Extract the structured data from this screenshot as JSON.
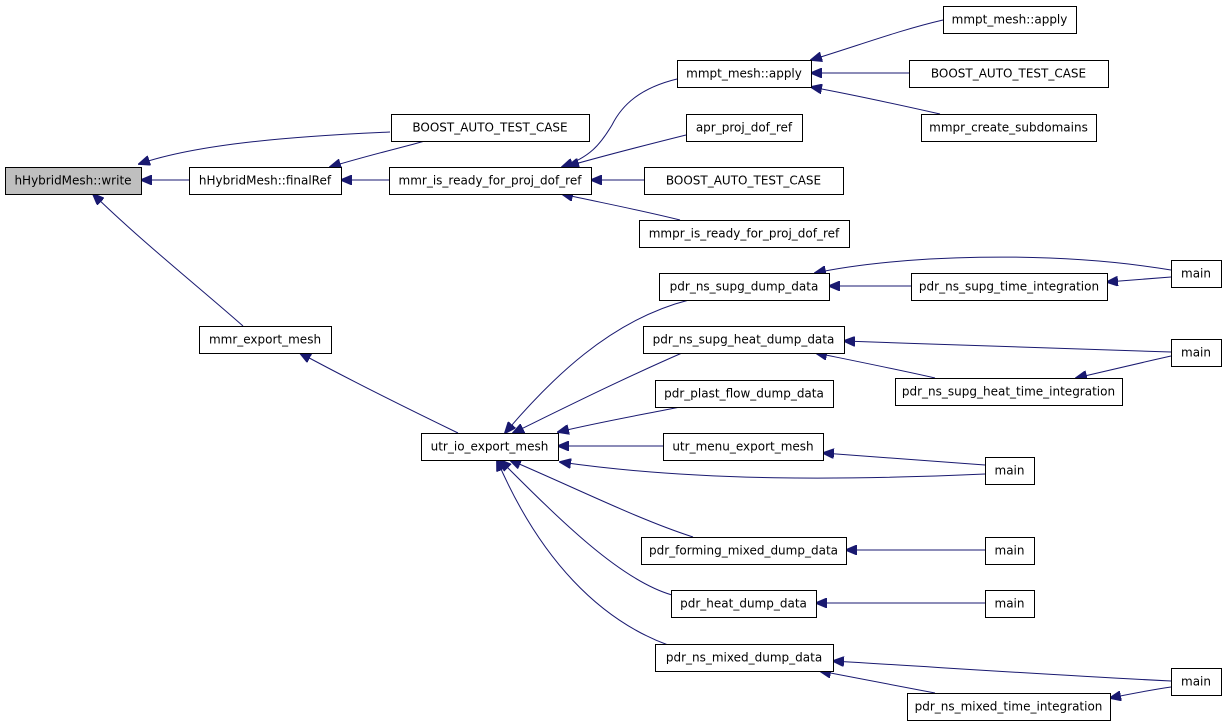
{
  "colors": {
    "edge": "#191970",
    "node_fill": "#ffffff",
    "node_border": "#000000",
    "root_fill": "#bfbfbf"
  },
  "nodes": [
    {
      "id": "hhm_write",
      "label": "hHybridMesh::write",
      "root": true
    },
    {
      "id": "boost_top",
      "label": "BOOST_AUTO_TEST_CASE"
    },
    {
      "id": "hhm_finalref",
      "label": "hHybridMesh::finalRef"
    },
    {
      "id": "mmr_ready",
      "label": "mmr_is_ready_for_proj_dof_ref"
    },
    {
      "id": "mmpt_apply_mid",
      "label": "mmpt_mesh::apply"
    },
    {
      "id": "mmpt_apply_top",
      "label": "mmpt_mesh::apply"
    },
    {
      "id": "boost_right",
      "label": "BOOST_AUTO_TEST_CASE"
    },
    {
      "id": "mmpr_create",
      "label": "mmpr_create_subdomains"
    },
    {
      "id": "apr_proj",
      "label": "apr_proj_dof_ref"
    },
    {
      "id": "boost_mid",
      "label": "BOOST_AUTO_TEST_CASE"
    },
    {
      "id": "mmpr_ready",
      "label": "mmpr_is_ready_for_proj_dof_ref"
    },
    {
      "id": "mmr_export",
      "label": "mmr_export_mesh"
    },
    {
      "id": "utr_io",
      "label": "utr_io_export_mesh"
    },
    {
      "id": "pdr_supg_dump",
      "label": "pdr_ns_supg_dump_data"
    },
    {
      "id": "pdr_supg_time",
      "label": "pdr_ns_supg_time_integration"
    },
    {
      "id": "main1",
      "label": "main"
    },
    {
      "id": "pdr_supg_heat_dump",
      "label": "pdr_ns_supg_heat_dump_data"
    },
    {
      "id": "main2",
      "label": "main"
    },
    {
      "id": "pdr_supg_heat_time",
      "label": "pdr_ns_supg_heat_time_integration"
    },
    {
      "id": "pdr_plast",
      "label": "pdr_plast_flow_dump_data"
    },
    {
      "id": "utr_menu",
      "label": "utr_menu_export_mesh"
    },
    {
      "id": "main3",
      "label": "main"
    },
    {
      "id": "pdr_forming",
      "label": "pdr_forming_mixed_dump_data"
    },
    {
      "id": "main4",
      "label": "main"
    },
    {
      "id": "pdr_heat",
      "label": "pdr_heat_dump_data"
    },
    {
      "id": "main5",
      "label": "main"
    },
    {
      "id": "pdr_mixed_dump",
      "label": "pdr_ns_mixed_dump_data"
    },
    {
      "id": "pdr_mixed_time",
      "label": "pdr_ns_mixed_time_integration"
    },
    {
      "id": "main6",
      "label": "main"
    }
  ],
  "edges": [
    {
      "from": "boost_top",
      "to": "hhm_write"
    },
    {
      "from": "hhm_finalref",
      "to": "hhm_write"
    },
    {
      "from": "mmr_export",
      "to": "hhm_write"
    },
    {
      "from": "boost_top",
      "to": "hhm_finalref"
    },
    {
      "from": "mmr_ready",
      "to": "hhm_finalref"
    },
    {
      "from": "mmpt_apply_mid",
      "to": "mmr_ready"
    },
    {
      "from": "apr_proj",
      "to": "mmr_ready"
    },
    {
      "from": "boost_mid",
      "to": "mmr_ready"
    },
    {
      "from": "mmpr_ready",
      "to": "mmr_ready"
    },
    {
      "from": "mmpt_apply_top",
      "to": "mmpt_apply_mid"
    },
    {
      "from": "boost_right",
      "to": "mmpt_apply_mid"
    },
    {
      "from": "mmpr_create",
      "to": "mmpt_apply_mid"
    },
    {
      "from": "utr_io",
      "to": "mmr_export"
    },
    {
      "from": "pdr_supg_dump",
      "to": "utr_io"
    },
    {
      "from": "pdr_supg_heat_dump",
      "to": "utr_io"
    },
    {
      "from": "pdr_plast",
      "to": "utr_io"
    },
    {
      "from": "utr_menu",
      "to": "utr_io"
    },
    {
      "from": "main3",
      "to": "utr_io"
    },
    {
      "from": "pdr_forming",
      "to": "utr_io"
    },
    {
      "from": "pdr_heat",
      "to": "utr_io"
    },
    {
      "from": "pdr_mixed_dump",
      "to": "utr_io"
    },
    {
      "from": "main1",
      "to": "pdr_supg_dump"
    },
    {
      "from": "pdr_supg_time",
      "to": "pdr_supg_dump"
    },
    {
      "from": "main1",
      "to": "pdr_supg_time"
    },
    {
      "from": "main2",
      "to": "pdr_supg_heat_dump"
    },
    {
      "from": "pdr_supg_heat_time",
      "to": "pdr_supg_heat_dump"
    },
    {
      "from": "main2",
      "to": "pdr_supg_heat_time"
    },
    {
      "from": "main3",
      "to": "utr_menu"
    },
    {
      "from": "main4",
      "to": "pdr_forming"
    },
    {
      "from": "main5",
      "to": "pdr_heat"
    },
    {
      "from": "main6",
      "to": "pdr_mixed_dump"
    },
    {
      "from": "pdr_mixed_time",
      "to": "pdr_mixed_dump"
    },
    {
      "from": "main6",
      "to": "pdr_mixed_time"
    }
  ]
}
